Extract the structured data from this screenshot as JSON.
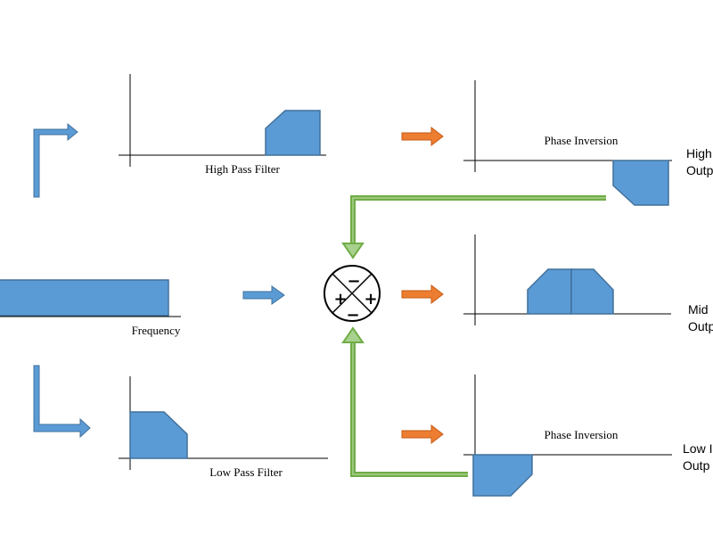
{
  "labels": {
    "frequency": "Frequency",
    "high_pass": "High Pass Filter",
    "low_pass": "Low Pass Filter",
    "phase_inversion_high": "Phase Inversion",
    "phase_inversion_low": "Phase Inversion"
  },
  "outputs": {
    "high": [
      "High",
      "Outp"
    ],
    "mid": [
      "Mid",
      "Outp"
    ],
    "low": [
      "Low I",
      "Outp"
    ]
  },
  "summing_junction": {
    "signs": [
      "−",
      "+",
      "+",
      "−"
    ]
  },
  "colors": {
    "shape_fill": "#5b9bd5",
    "shape_stroke": "#41719c",
    "orange_arrow": "#ed7d31",
    "green_arrow": "#70ad47",
    "axis": "#000000"
  }
}
